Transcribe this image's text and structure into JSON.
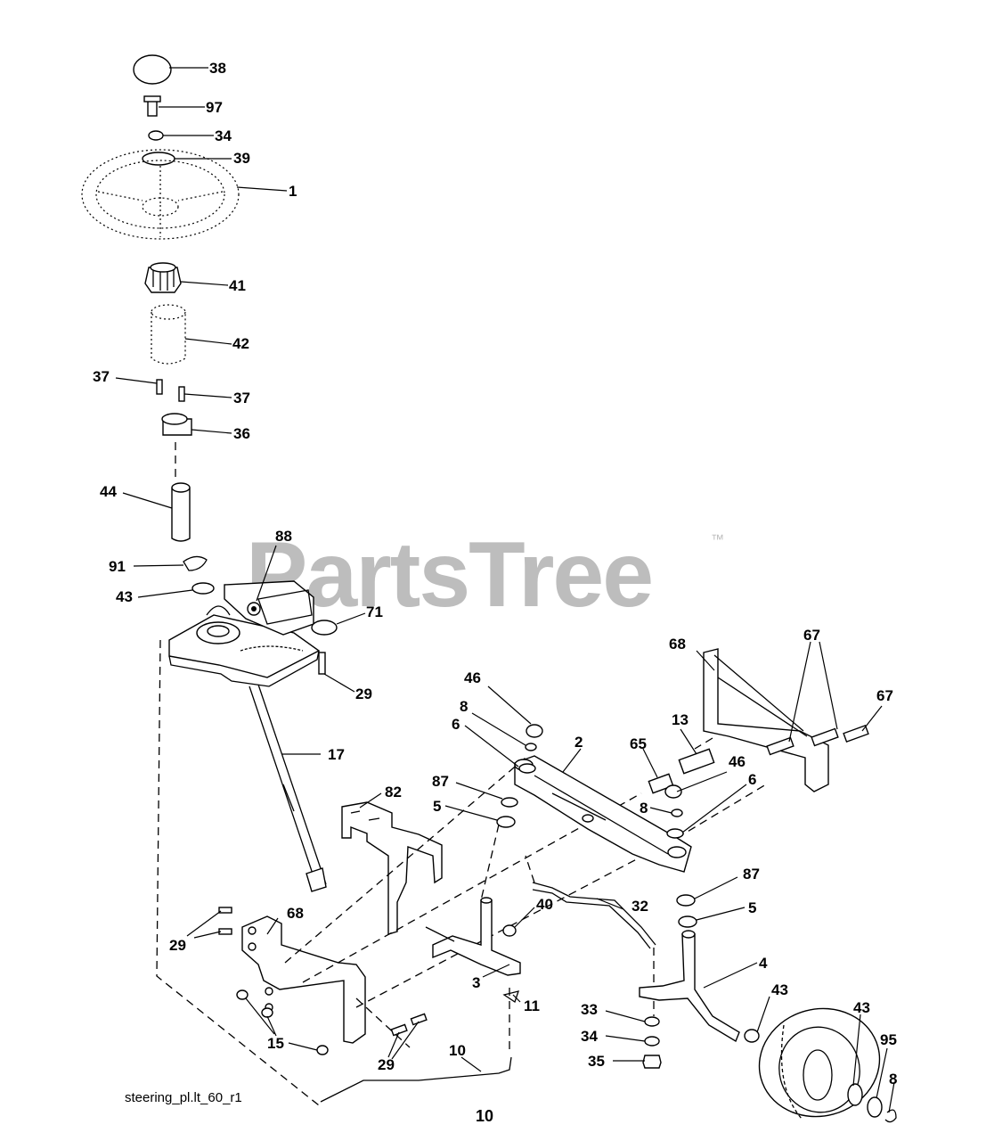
{
  "watermark": {
    "brand": "PartsTree",
    "trademark": "™"
  },
  "footer": {
    "code": "steering_pl.lt_60_r1",
    "page": "10"
  },
  "callouts": [
    {
      "id": "c38",
      "label": "38"
    },
    {
      "id": "c97",
      "label": "97"
    },
    {
      "id": "c34a",
      "label": "34"
    },
    {
      "id": "c39",
      "label": "39"
    },
    {
      "id": "c1",
      "label": "1"
    },
    {
      "id": "c41",
      "label": "41"
    },
    {
      "id": "c42",
      "label": "42"
    },
    {
      "id": "c37a",
      "label": "37"
    },
    {
      "id": "c37b",
      "label": "37"
    },
    {
      "id": "c36",
      "label": "36"
    },
    {
      "id": "c44",
      "label": "44"
    },
    {
      "id": "c88",
      "label": "88"
    },
    {
      "id": "c91",
      "label": "91"
    },
    {
      "id": "c43a",
      "label": "43"
    },
    {
      "id": "c71",
      "label": "71"
    },
    {
      "id": "c29a",
      "label": "29"
    },
    {
      "id": "c68a",
      "label": "68"
    },
    {
      "id": "c67a",
      "label": "67"
    },
    {
      "id": "c67b",
      "label": "67"
    },
    {
      "id": "c46a",
      "label": "46"
    },
    {
      "id": "c8a",
      "label": "8"
    },
    {
      "id": "c6a",
      "label": "6"
    },
    {
      "id": "c2",
      "label": "2"
    },
    {
      "id": "c13",
      "label": "13"
    },
    {
      "id": "c65",
      "label": "65"
    },
    {
      "id": "c46b",
      "label": "46"
    },
    {
      "id": "c17",
      "label": "17"
    },
    {
      "id": "c87a",
      "label": "87"
    },
    {
      "id": "c82",
      "label": "82"
    },
    {
      "id": "c5a",
      "label": "5"
    },
    {
      "id": "c8b",
      "label": "8"
    },
    {
      "id": "c6b",
      "label": "6"
    },
    {
      "id": "c87b",
      "label": "87"
    },
    {
      "id": "c68b",
      "label": "68"
    },
    {
      "id": "c40",
      "label": "40"
    },
    {
      "id": "c32",
      "label": "32"
    },
    {
      "id": "c5b",
      "label": "5"
    },
    {
      "id": "c29b",
      "label": "29"
    },
    {
      "id": "c4",
      "label": "4"
    },
    {
      "id": "c3",
      "label": "3"
    },
    {
      "id": "c43b",
      "label": "43"
    },
    {
      "id": "c11",
      "label": "11"
    },
    {
      "id": "c43c",
      "label": "43"
    },
    {
      "id": "c33",
      "label": "33"
    },
    {
      "id": "c15",
      "label": "15"
    },
    {
      "id": "c34b",
      "label": "34"
    },
    {
      "id": "c95",
      "label": "95"
    },
    {
      "id": "c29c",
      "label": "29"
    },
    {
      "id": "c10",
      "label": "10"
    },
    {
      "id": "c35",
      "label": "35"
    },
    {
      "id": "c8c",
      "label": "8"
    }
  ]
}
